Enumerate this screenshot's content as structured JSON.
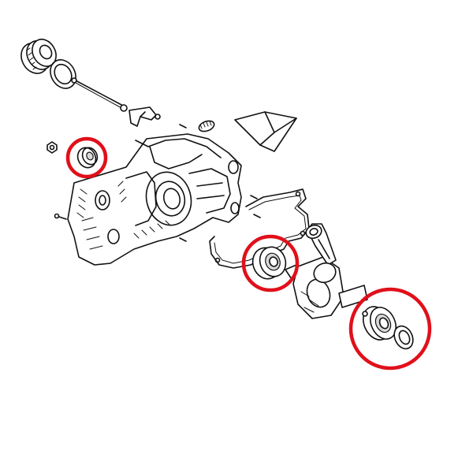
{
  "diagram": {
    "background": "#ffffff",
    "line_color": "#111111",
    "highlight_color": "#e0101a",
    "highlight_circles": [
      {
        "name": "small-seal-marker"
      },
      {
        "name": "flywheel-side-bearing-marker"
      },
      {
        "name": "clutch-side-bearing-marker"
      }
    ]
  }
}
